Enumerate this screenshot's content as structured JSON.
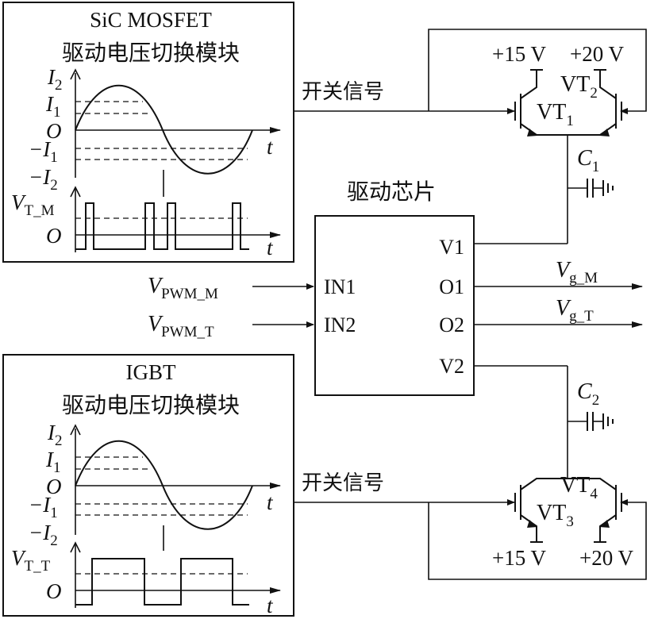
{
  "modules": {
    "top": {
      "line1": "SiC MOSFET",
      "line2": "驱动电压切换模块",
      "pulse_label_main": "V",
      "pulse_label_sub": "T_M"
    },
    "bottom": {
      "line1": "IGBT",
      "line2": "驱动电压切换模块",
      "pulse_label_main": "V",
      "pulse_label_sub": "T_T"
    }
  },
  "axis": {
    "i2": "I",
    "i2_sub": "2",
    "i1": "I",
    "i1_sub": "1",
    "origin": "O",
    "neg_i1": "−I",
    "neg_i1_sub": "1",
    "neg_i2": "−I",
    "neg_i2_sub": "2",
    "t": "t"
  },
  "chip": {
    "title": "驱动芯片",
    "in1": "IN1",
    "in2": "IN2",
    "v1": "V1",
    "o1": "O1",
    "o2": "O2",
    "v2": "V2"
  },
  "signals": {
    "pwm_m_main": "V",
    "pwm_m_sub": "PWM_M",
    "pwm_t_main": "V",
    "pwm_t_sub": "PWM_T",
    "vg_m_main": "V",
    "vg_m_sub": "g_M",
    "vg_t_main": "V",
    "vg_t_sub": "g_T"
  },
  "switch_signal": "开关信号",
  "transistors": {
    "vt1": "VT",
    "vt1_sub": "1",
    "vt2": "VT",
    "vt2_sub": "2",
    "vt3": "VT",
    "vt3_sub": "3",
    "vt4": "VT",
    "vt4_sub": "4"
  },
  "supplies": {
    "v15": "+15 V",
    "v20": "+20 V"
  },
  "capacitors": {
    "c1": "C",
    "c1_sub": "1",
    "c2": "C",
    "c2_sub": "2"
  }
}
